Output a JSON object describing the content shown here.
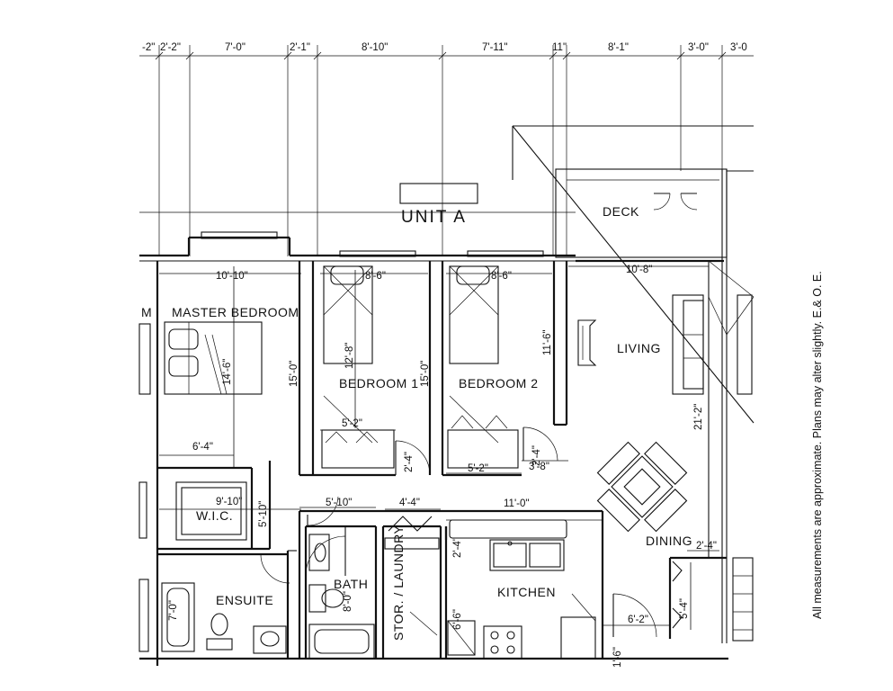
{
  "unit_label": "UNIT A",
  "rooms": {
    "master_bedroom": "MASTER BEDROOM",
    "bedroom_1": "BEDROOM 1",
    "bedroom_2": "BEDROOM 2",
    "deck": "DECK",
    "living": "LIVING",
    "dining": "DINING",
    "kitchen": "KITCHEN",
    "bath": "BATH",
    "ensuite": "ENSUITE",
    "wic": "W.I.C.",
    "storage_laundry": "STOR. / LAUNDRY",
    "edge_fragment": "M"
  },
  "top_dimensions": [
    "-2\"",
    "2'-2\"",
    "7'-0\"",
    "2'-1\"",
    "8'-10\"",
    "7'-11\"",
    "11\"",
    "8'-1\"",
    "3'-0\"",
    "3'-0"
  ],
  "room_dimensions": {
    "master_width": "10'-10\"",
    "master_depth": "14'-6\"",
    "bed1_width": "8'-6\"",
    "bed1_depth": "12'-8\"",
    "bed1_left_dim": "15'-0\"",
    "bed1_closet": "5'-2\"",
    "bed2_width": "8'-6\"",
    "bed2_depth": "15'-0\"",
    "bed2_closet": "5'-2\"",
    "bed2_right": "11'-6\"",
    "living_width": "10'-8\"",
    "living_depth": "21'-2\"",
    "wic_width": "6'-4\"",
    "wic_long": "9'-10\"",
    "wic_depth": "5'-10\"",
    "hall_width": "5'-10\"",
    "laundry_width": "4'-4\"",
    "kitchen_width": "11'-0\"",
    "kitchen_depth": "6'-6\"",
    "ensuite_depth": "7'-0\"",
    "bath_depth": "8'-0\"",
    "small_2_4_a": "2'-4\"",
    "small_2_4_b": "2'-4\"",
    "small_2_4_c": "2'-4\"",
    "small_3_8": "3'-8\"",
    "dining_2_4": "2'-4\"",
    "entry_6_2": "6'-2\"",
    "entry_5_4": "5'-4\"",
    "bottom_1_6": "1'-6\""
  },
  "disclaimer": "All measurements are approximate. Plans may alter slightly. E.& O. E."
}
